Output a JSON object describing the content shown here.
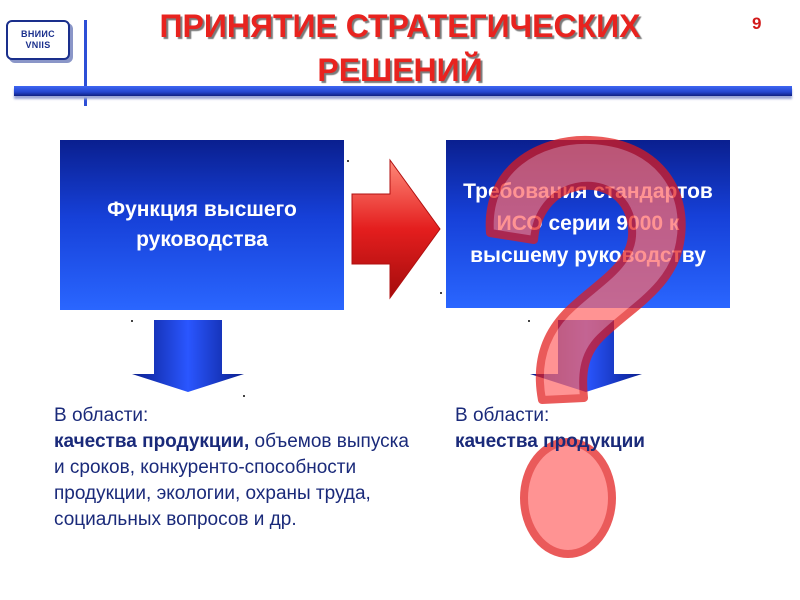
{
  "logo": {
    "line1": "ВНИИС",
    "line2": "VNIIS"
  },
  "slide": {
    "title_line1": "ПРИНЯТИЕ СТРАТЕГИЧЕСКИХ",
    "title_line2": "РЕШЕНИЙ",
    "page_number": "9"
  },
  "left_box": {
    "text": "Функция высшего руководства"
  },
  "right_box": {
    "text": "Требования стандартов ИСО серии 9000 к высшему руководству"
  },
  "left_text": {
    "intro": "В области:",
    "bold": "качества продукции,",
    "rest": " объемов выпуска и сроков, конкуренто-способности продукции, экологии, охраны труда, социальных вопросов и др."
  },
  "right_text": {
    "intro": "В области:",
    "bold": "качества продукции"
  },
  "colors": {
    "title": "#e8231f",
    "accent_blue": "#2446cf",
    "box_dark": "#0a1f8f",
    "box_light": "#2a66ff",
    "arrow_red": "#e41e1e",
    "question_mark": "#ff5a5a"
  },
  "icons": {
    "right_arrow": "arrow-right-icon",
    "down_arrows": "arrow-down-icon",
    "overlay": "question-mark-icon"
  }
}
